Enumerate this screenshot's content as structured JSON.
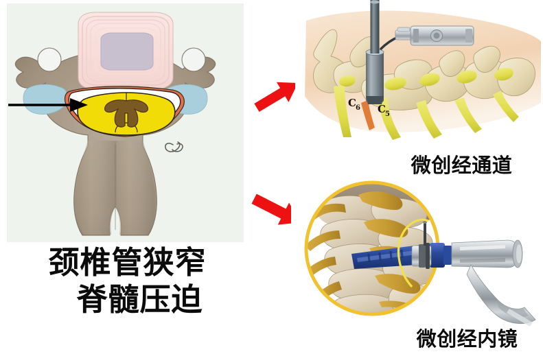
{
  "figure": {
    "kind": "medical-infographic",
    "subject": "cervical spinal canal stenosis and minimally invasive surgical approaches",
    "background_color": "#ffffff"
  },
  "left_panel": {
    "name": "axial-cervical-vertebra-cross-section",
    "background_color": "#eef3ee",
    "pointer_arrow": {
      "color": "#000000",
      "direction": "right",
      "points_to": "narrowed spinal canal"
    },
    "anatomy": {
      "vertebral_body_disc_rings": "#f7dcd9",
      "nucleus_pulposus": "#c9c0cf",
      "bone": "#a1927f",
      "spinal_cord_white_matter": "#f2dc07",
      "spinal_cord_gray_matter": "#7a5a22",
      "dura_epidural": "#e2714a",
      "nerve_root": "#a9cfdc",
      "canal_csf": "#ffffff"
    },
    "signature_mark": "artist-signature"
  },
  "left_caption": {
    "line1": "颈椎管狭窄",
    "line2": "脊髓压迫",
    "color": "#0b0b0b"
  },
  "arrows": {
    "color": "#ee1111",
    "upper": {
      "name": "arrow-to-tubular-approach",
      "direction": "up-right"
    },
    "lower": {
      "name": "arrow-to-endoscopic-approach",
      "direction": "down-right"
    }
  },
  "tubular_panel": {
    "name": "minimally-invasive-tubular-retractor",
    "caption": "微创经通道",
    "vertebra_labels": [
      {
        "text": "C",
        "sub": "6"
      },
      {
        "text": "C",
        "sub": "5"
      }
    ],
    "colors": {
      "skin": "#f3d9bd",
      "bone": "#ede2bf",
      "nerve": "#e3e04e",
      "retractor_tube": "#8b9aa0",
      "instrument_metal": "#c8ccce",
      "inflamed_nerve": "#e07b38"
    }
  },
  "endoscopic_panel": {
    "name": "minimally-invasive-endoscope",
    "caption": "微创经内镜",
    "colors": {
      "circle_border": "#f2c12e",
      "bone": "#ded2bc",
      "nerve": "#c79b33",
      "endoscope_shaft": "#2a4a9c",
      "handle_metal": "#cfd4d7",
      "soft_tissue": "#8f7f6b"
    }
  }
}
